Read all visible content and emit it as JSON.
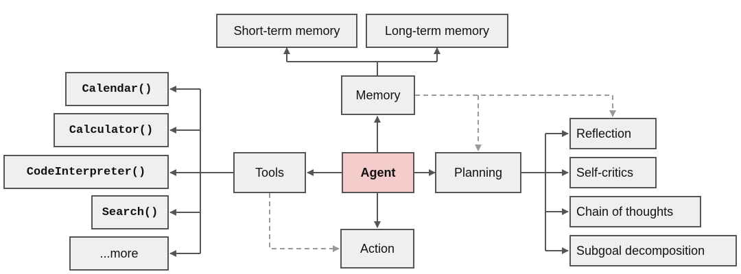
{
  "nodes": {
    "short_term_memory": "Short-term memory",
    "long_term_memory": "Long-term memory",
    "memory": "Memory",
    "agent": "Agent",
    "tools": "Tools",
    "planning": "Planning",
    "action": "Action",
    "calendar": "Calendar()",
    "calculator": "Calculator()",
    "code_interpreter": "CodeInterpreter()",
    "search": "Search()",
    "more": "...more",
    "reflection": "Reflection",
    "self_critics": "Self-critics",
    "chain_of_thoughts": "Chain of thoughts",
    "subgoal_decomposition": "Subgoal decomposition"
  },
  "colors": {
    "agent_fill": "#f4cccc",
    "box_fill": "#efefef",
    "solid_edge": "#555555",
    "dashed_edge": "#999999"
  }
}
